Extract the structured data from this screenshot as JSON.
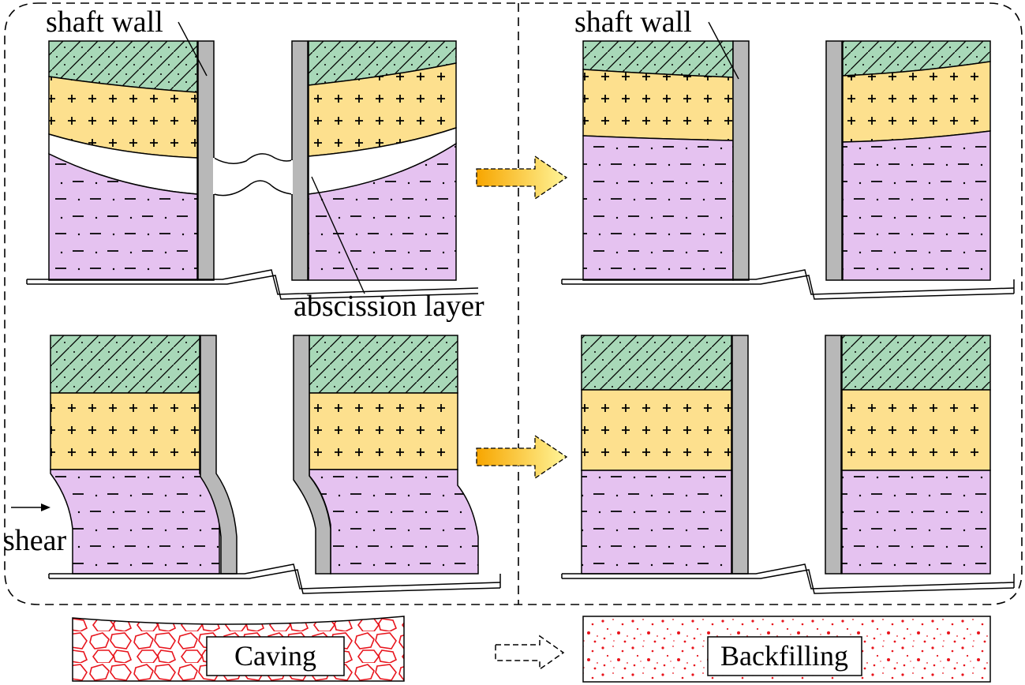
{
  "labels": {
    "shaft_wall_tl": "shaft wall",
    "shaft_wall_tr": "shaft wall",
    "abscission_layer": "abscission layer",
    "shear": "shear",
    "caving": "Caving",
    "backfilling": "Backfilling"
  },
  "colors": {
    "green": "#a8d8b8",
    "yellow": "#fde08e",
    "purple": "#e5c2f0",
    "wall": "#b8b8b8",
    "arrow_start": "#f7a600",
    "arrow_end": "#fff59a",
    "debris": "#e8141c"
  }
}
